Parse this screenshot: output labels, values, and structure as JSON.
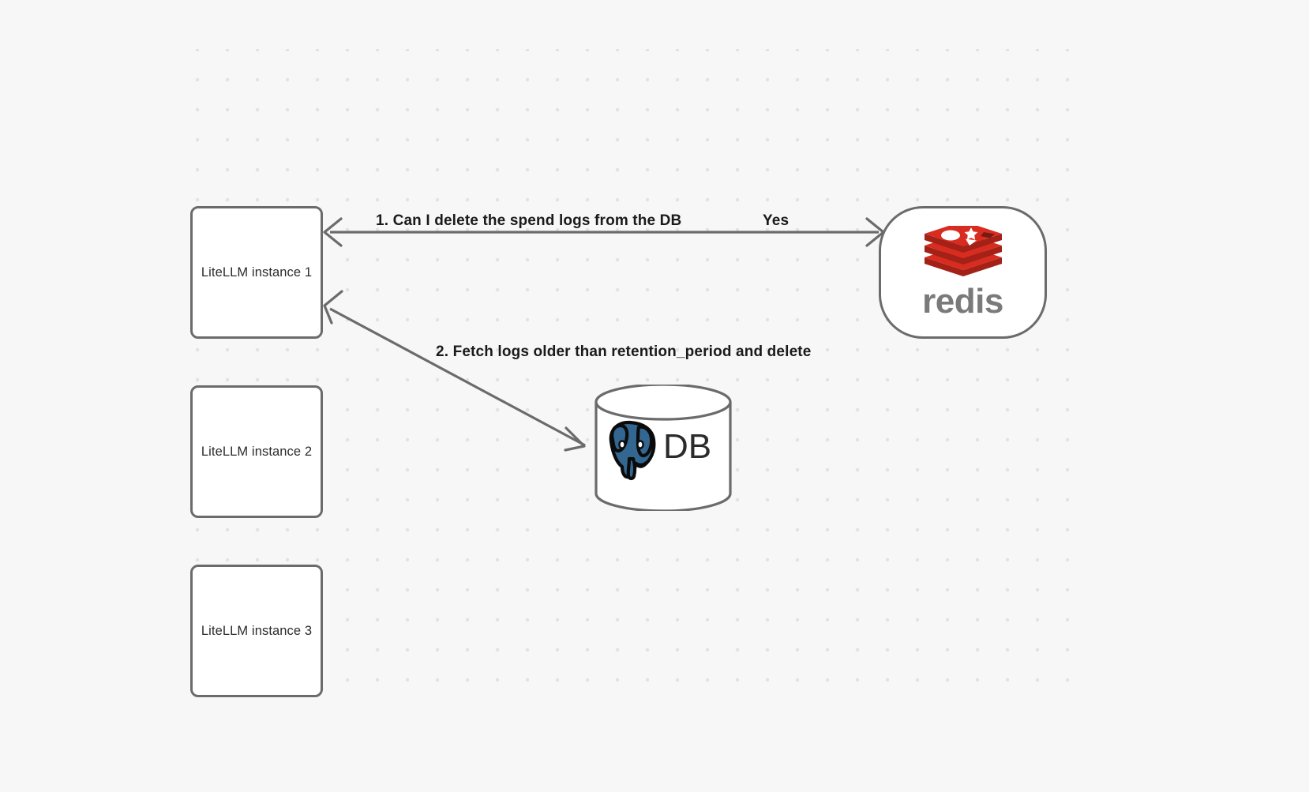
{
  "canvas": {
    "background_color": "#f7f7f7",
    "grid_dot_color": "#e3e3e3"
  },
  "nodes": [
    {
      "id": "litellm-1",
      "label": "LiteLLM instance 1",
      "type": "box"
    },
    {
      "id": "litellm-2",
      "label": "LiteLLM instance 2",
      "type": "box"
    },
    {
      "id": "litellm-3",
      "label": "LiteLLM instance 3",
      "type": "box"
    },
    {
      "id": "redis",
      "label": "redis",
      "type": "rounded-box",
      "logo": "redis-logo",
      "logo_color": "#d82c20",
      "wordmark_color": "#7a7a7a"
    },
    {
      "id": "database",
      "label": "DB",
      "type": "cylinder",
      "logo": "postgresql-elephant-logo",
      "logo_color": "#336791"
    }
  ],
  "edges": [
    {
      "id": "edge-1",
      "from": "redis",
      "to": "litellm-1",
      "label": "1.  Can I delete the spend logs from the DB",
      "secondary_label": "Yes",
      "color": "#6b6b6b",
      "arrow_style": "open"
    },
    {
      "id": "edge-2",
      "from": "database",
      "to": "litellm-1",
      "label": "2.  Fetch logs older than retention_period and delete",
      "color": "#6b6b6b",
      "arrow_style": "open",
      "bidirectional": true
    }
  ],
  "labels": {
    "edge1_main": "1.  Can I delete the spend logs from the DB",
    "edge1_yes": "Yes",
    "edge2_main": "2.  Fetch logs older than retention_period and delete",
    "db_text": "DB",
    "redis_text": "redis",
    "node1": "LiteLLM instance 1",
    "node2": "LiteLLM instance 2",
    "node3": "LiteLLM instance 3"
  }
}
